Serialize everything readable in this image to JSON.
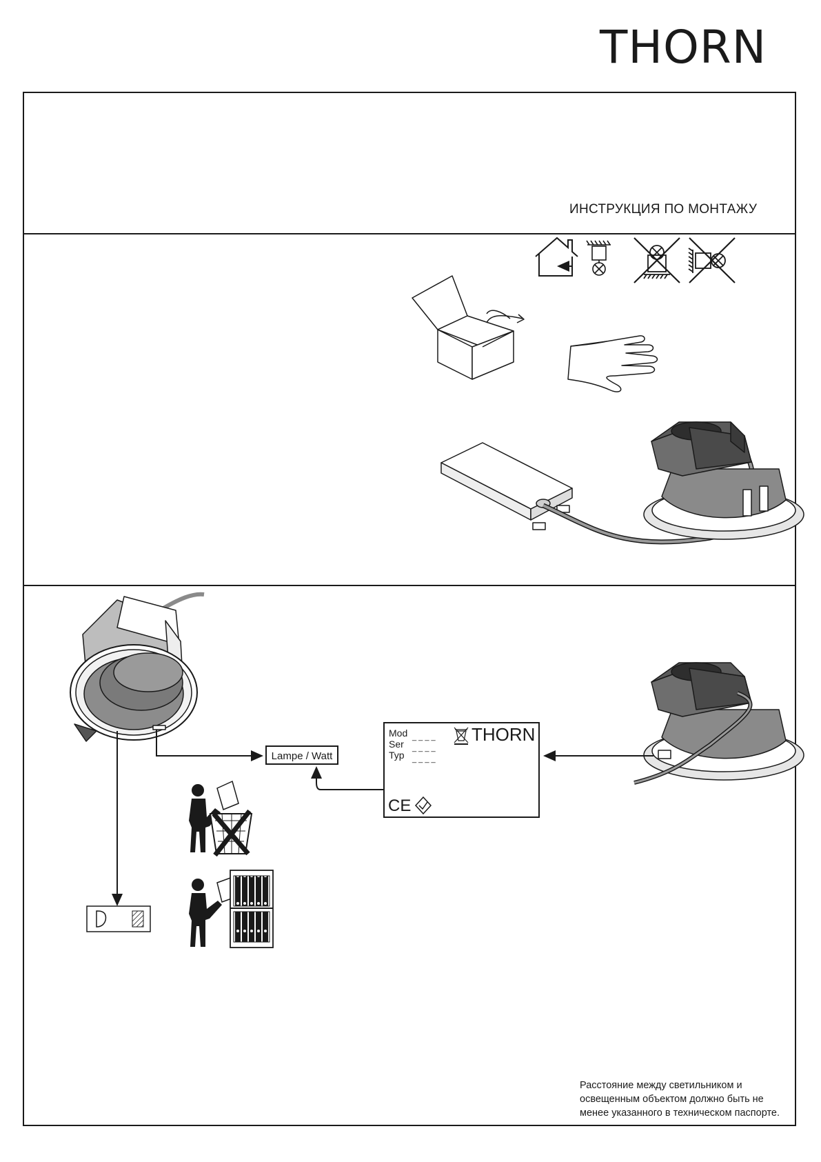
{
  "header": {
    "brand": "THORN"
  },
  "section1": {
    "title": "ИНСТРУКЦИЯ ПО МОНТАЖУ"
  },
  "section3": {
    "lamp_label": "Lampe / Watt",
    "rating_plate": {
      "lines": [
        "Mod",
        "Ser",
        "Typ"
      ],
      "dashes": "_ _ _ _",
      "brand": "THORN",
      "ce_mark": "CE"
    },
    "note_lines": [
      "Расстояние между светильником и",
      "освещенным объектом должно быть не",
      "менее указанного в техническом паспорте."
    ]
  },
  "icons": [
    "indoor-use-icon",
    "ceiling-mount-allowed-icon",
    "no-insulation-cover-icon",
    "no-wall-mount-icon",
    "open-box-icon",
    "glove-hand-icon",
    "driver-unit-icon",
    "downlight-fixture-icon",
    "no-trash-disposal-icon",
    "keep-on-file-icon",
    "label-sticker-icon"
  ],
  "colors": {
    "ink": "#1a1a1a",
    "paper": "#ffffff",
    "housing": "#7a7a7a",
    "housing_dark": "#4a4a4a"
  }
}
